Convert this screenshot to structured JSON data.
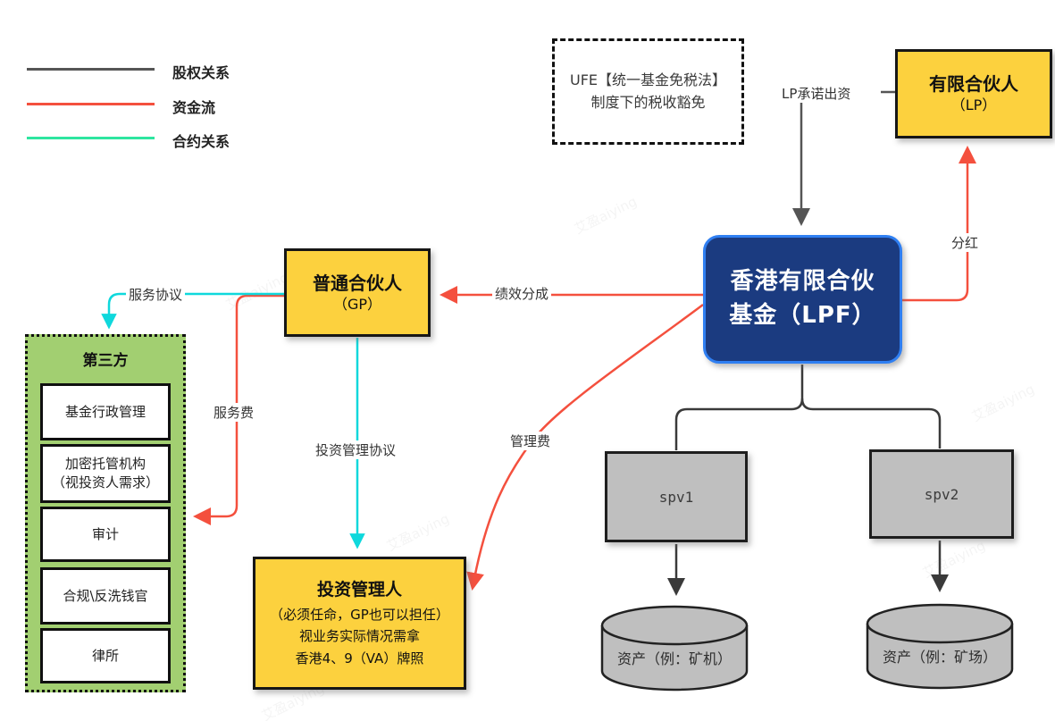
{
  "legend": {
    "items": [
      {
        "label": "股权关系",
        "color": "#555555"
      },
      {
        "label": "资金流",
        "color": "#f4503e"
      },
      {
        "label": "合约关系",
        "color": "#2ee6a0"
      }
    ]
  },
  "ufe_note": {
    "line1": "UFE【统一基金免税法】",
    "line2": "制度下的税收豁免"
  },
  "nodes": {
    "lp": {
      "title": "有限合伙人",
      "subtitle": "（LP）"
    },
    "lpf": {
      "line1": "香港有限合伙",
      "line2": "基金（LPF）"
    },
    "gp": {
      "title": "普通合伙人",
      "subtitle": "（GP）"
    },
    "third_party": {
      "title": "第三方",
      "items": [
        "基金行政管理",
        "加密托管机构\n（视投资人需求）",
        "审计",
        "合规\\反洗钱官",
        "律所"
      ]
    },
    "manager": {
      "title": "投资管理人",
      "line2": "（必须任命，GP也可以担任）",
      "line3": "视业务实际情况需拿",
      "line4": "香港4、9（VA）牌照"
    },
    "spv1": "spv1",
    "spv2": "spv2",
    "asset1": "资产（例：矿机）",
    "asset2": "资产（例：矿场）"
  },
  "edges": {
    "lp_commit": "LP承诺出资",
    "dividend": "分红",
    "perf_share": "绩效分成",
    "service_agreement": "服务协议",
    "service_fee": "服务费",
    "mgmt_agreement": "投资管理协议",
    "mgmt_fee": "管理费"
  },
  "watermark": "艾盈aiying",
  "colors": {
    "node_yellow": "#fcd13e",
    "node_navy": "#1b3b80",
    "navy_border": "#2f7ff2",
    "third_party_green": "#a2cf71",
    "spv_gray": "#bfbfbf",
    "flow_red": "#f4503e",
    "contract_teal": "#0fd8dc",
    "equity_gray": "#555555"
  }
}
